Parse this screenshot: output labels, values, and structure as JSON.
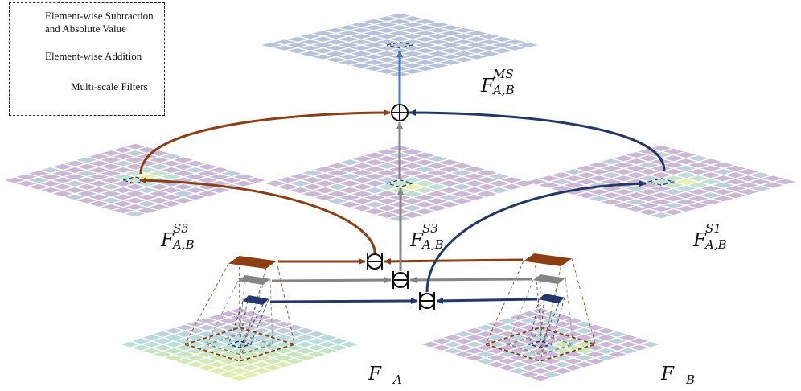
{
  "legend": {
    "subtract_line1": "Element-wise Subtraction",
    "subtract_line2": "and Absolute Value",
    "addition": "Element-wise Addition",
    "filters": "Multi-scale Filters"
  },
  "labels": {
    "ms_main": "F",
    "ms_sup": "MS",
    "ms_sub": "A,B",
    "s5_main": "F",
    "s5_sup": "S5",
    "s5_sub": "A,B",
    "s3_main": "F",
    "s3_sup": "S3",
    "s3_sub": "A,B",
    "s1_main": "F",
    "s1_sup": "S1",
    "s1_sub": "A,B",
    "fa_main": "F",
    "fa_sub": "A",
    "fb_main": "F",
    "fb_sub": "B"
  },
  "colors": {
    "brown": "#8c3f12",
    "gray": "#858585",
    "navy": "#22386a",
    "blue_arrow": "#4a78c8",
    "grid_ms": "#b7c3d9",
    "grid_purple": "#cbb8d6",
    "grid_cyan": "#b6dde0",
    "grid_yellow": "#eaf0a8",
    "grid_green": "#c9e8b8"
  }
}
